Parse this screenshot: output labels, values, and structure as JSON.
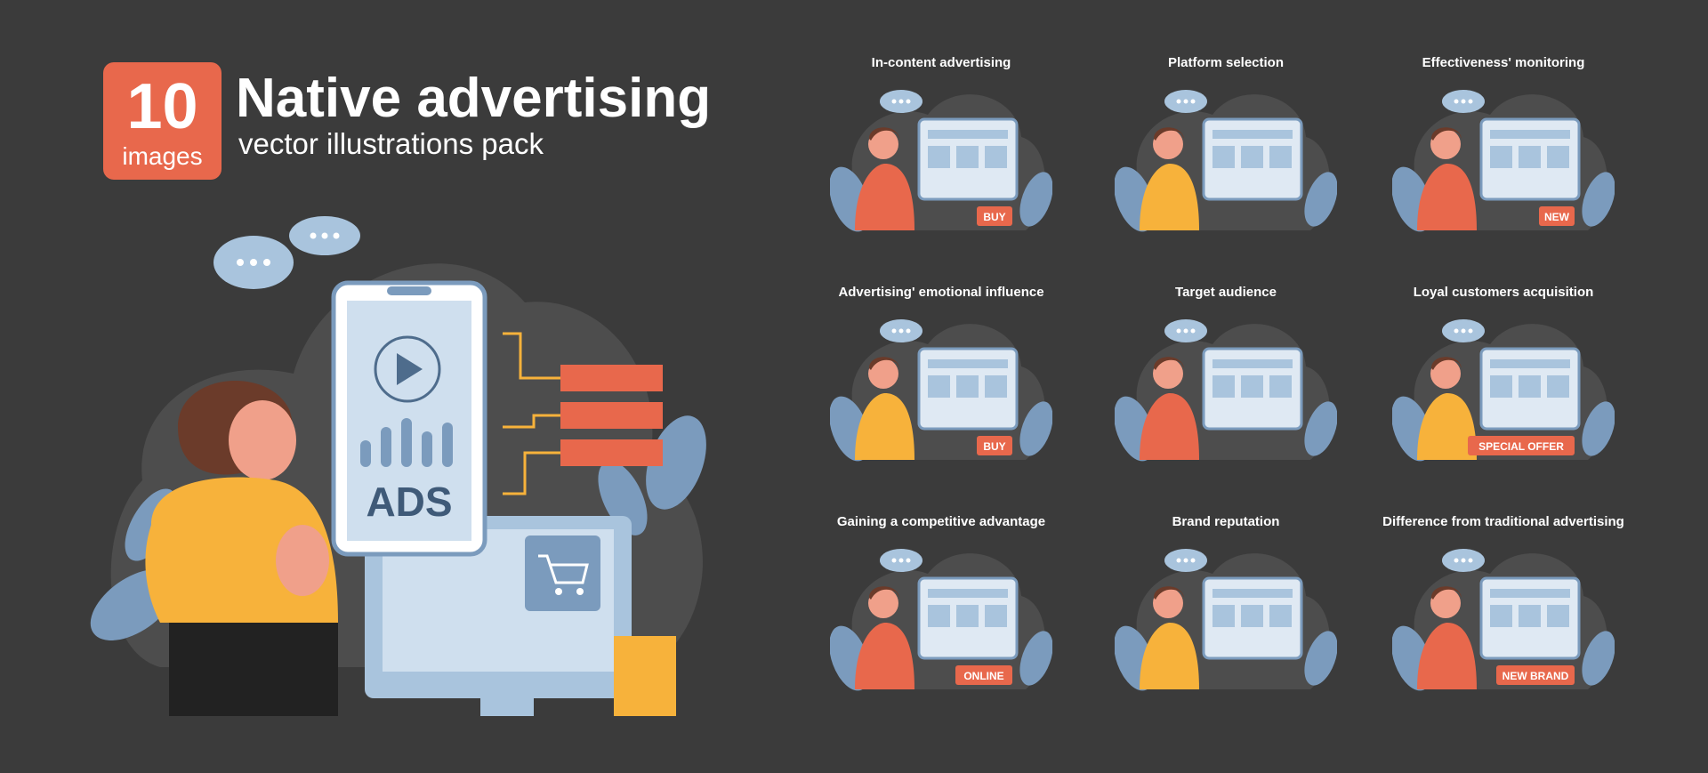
{
  "header": {
    "count": "10",
    "count_word": "images",
    "title": "Native advertising",
    "subtitle": "vector illustrations pack"
  },
  "hero": {
    "ads_label": "ADS"
  },
  "tiles": [
    {
      "title": "In-content advertising",
      "tag": "BUY"
    },
    {
      "title": "Platform selection",
      "tag": ""
    },
    {
      "title": "Effectiveness' monitoring",
      "tag": "NEW"
    },
    {
      "title": "Advertising' emotional influence",
      "tag": "BUY"
    },
    {
      "title": "Target audience",
      "tag": ""
    },
    {
      "title": "Loyal customers acquisition",
      "tag": "SPECIAL OFFER"
    },
    {
      "title": "Gaining a competitive advantage",
      "tag": "ONLINE"
    },
    {
      "title": "Brand reputation",
      "tag": ""
    },
    {
      "title": "Difference from traditional advertising",
      "tag": "NEW BRAND"
    }
  ],
  "colors": {
    "background": "#3b3b3b",
    "accent": "#e8684c",
    "yellow": "#f7b23b",
    "blue": "#a9c4dd",
    "dark_blob": "#4d4d4d"
  }
}
